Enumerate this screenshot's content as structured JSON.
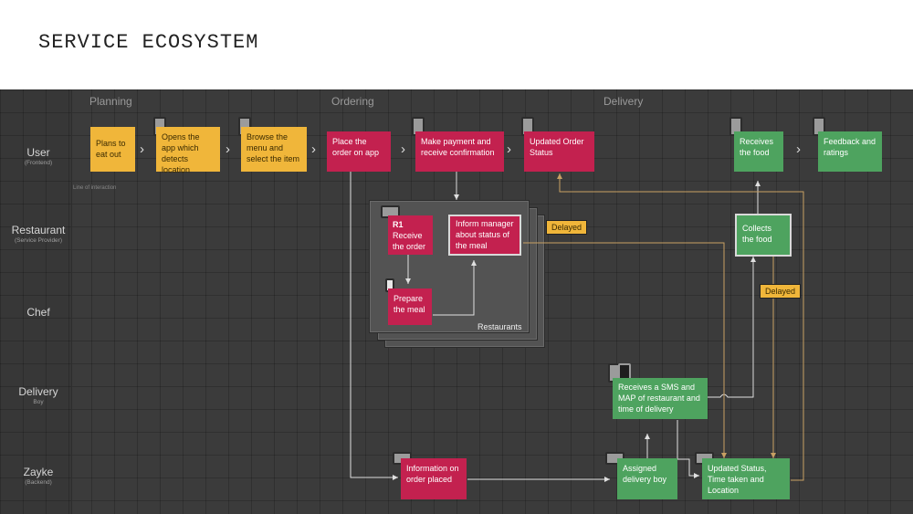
{
  "title": "SERVICE ECOSYSTEM",
  "phases": [
    "Planning",
    "Ordering",
    "Delivery"
  ],
  "lanes": [
    {
      "name": "User",
      "sub": "(Frontend)"
    },
    {
      "name": "Restaurant",
      "sub": "(Service Provider)"
    },
    {
      "name": "Chef",
      "sub": ""
    },
    {
      "name": "Delivery",
      "sub": "Boy"
    },
    {
      "name": "Zayke",
      "sub": "(Backend)"
    }
  ],
  "line_of_interaction": "Line of interaction",
  "user_steps": {
    "plans": "Plans to eat out",
    "opens_app": "Opens the app which detects location",
    "browse": "Browse the menu and select the item",
    "place_order": "Place the order on app",
    "payment": "Make payment and receive confirmation",
    "updated_status": "Updated Order Status",
    "receives_food": "Receives the food",
    "feedback": "Feedback and ratings"
  },
  "restaurant": {
    "r1_code": "R1",
    "receive": "Receive the order",
    "inform": "Inform manager about status of the meal",
    "prepare": "Prepare the meal",
    "group_label": "Restaurants",
    "collects": "Collects the food"
  },
  "delayed_labels": [
    "Delayed",
    "Delayed"
  ],
  "delivery": {
    "sms": "Receives a SMS and MAP of restaurant and time of delivery"
  },
  "backend": {
    "info": "Information on order placed",
    "assigned": "Assigned delivery boy",
    "updated": "Updated Status, Time taken and Location"
  },
  "colors": {
    "yellow": "#f0b63a",
    "red": "#c3214f",
    "green": "#4ea35f",
    "arrow": "#e0e0e0",
    "tan_line": "#c8a063",
    "board": "#3b3b3b"
  },
  "icons": [
    "mobile-phone-icon",
    "restaurant-device-icon",
    "chevron-right-icon",
    "server-icon"
  ]
}
